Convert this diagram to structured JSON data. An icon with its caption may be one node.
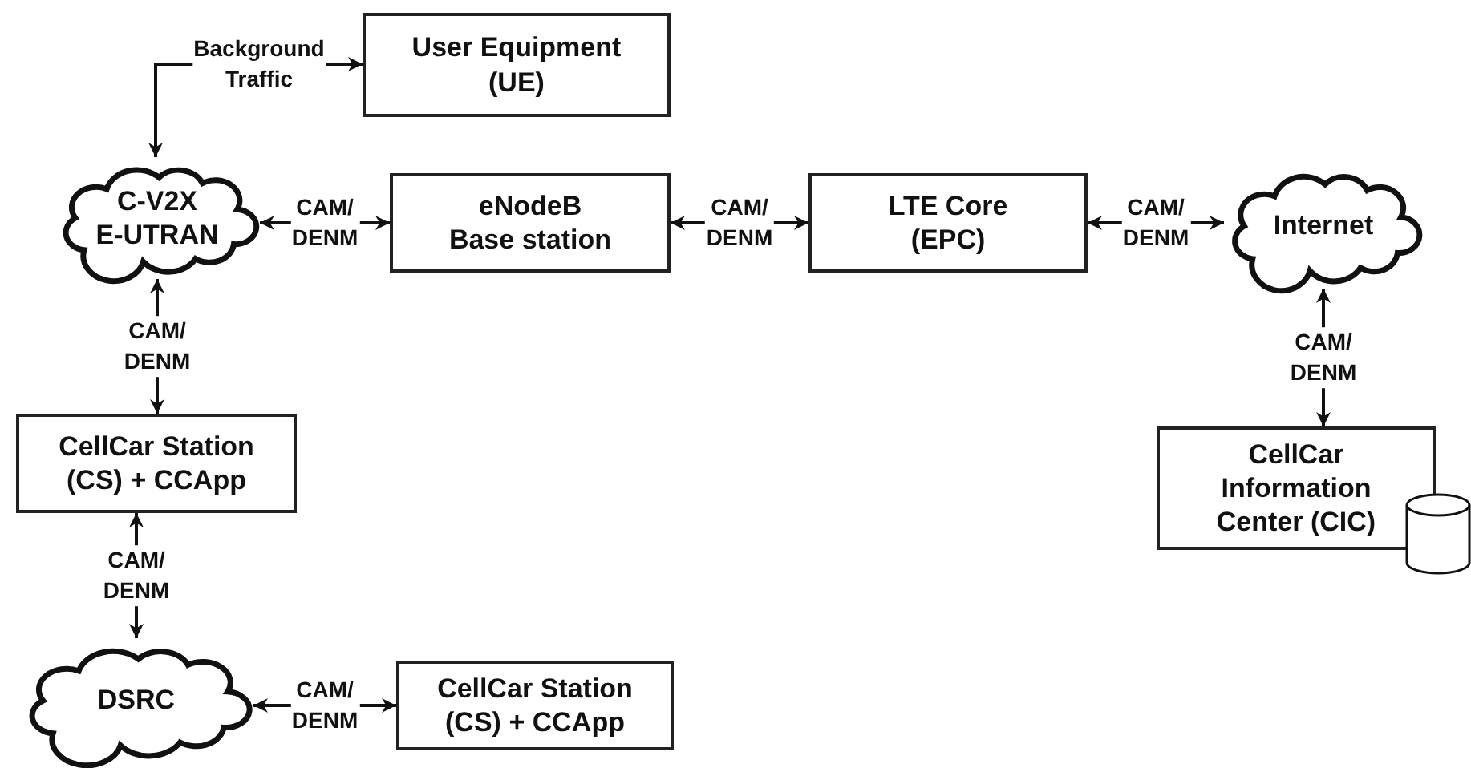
{
  "diagram": {
    "nodes": [
      {
        "text": [
          "User Equipment (UE)"
        ]
      },
      {
        "text": [
          "C-V2X E-UTRAN"
        ]
      },
      {
        "text": [
          "eNodeB Base station"
        ]
      },
      {
        "text": [
          "LTE Core (EPC)"
        ]
      },
      {
        "text": [
          "Internet"
        ]
      },
      {
        "text": [
          "CellCar Station (CS) + CCApp"
        ]
      },
      {
        "text": [
          "CellCar Information Center (CIC)"
        ]
      },
      {
        "text": [
          "DSRC"
        ]
      },
      {
        "text": [
          "CellCar Station (CS) + CCApp"
        ]
      }
    ],
    "edges": [
      {
        "from": 1,
        "to": 0,
        "arrow": "both",
        "label": "Background Traffic"
      },
      {
        "from": 1,
        "to": 2,
        "arrow": "both",
        "label": "CAM/ DENM"
      },
      {
        "from": 2,
        "to": 3,
        "arrow": "both",
        "label": "CAM/ DENM"
      },
      {
        "from": 3,
        "to": 4,
        "arrow": "both",
        "label": "CAM/ DENM"
      },
      {
        "from": 4,
        "to": 6,
        "arrow": "both",
        "label": "CAM/ DENM"
      },
      {
        "from": 1,
        "to": 5,
        "arrow": "both",
        "label": "CAM/ DENM"
      },
      {
        "from": 5,
        "to": 7,
        "arrow": "both",
        "label": "CAM/ DENM"
      },
      {
        "from": 7,
        "to": 8,
        "arrow": "both",
        "label": "CAM/ DENM"
      }
    ]
  }
}
